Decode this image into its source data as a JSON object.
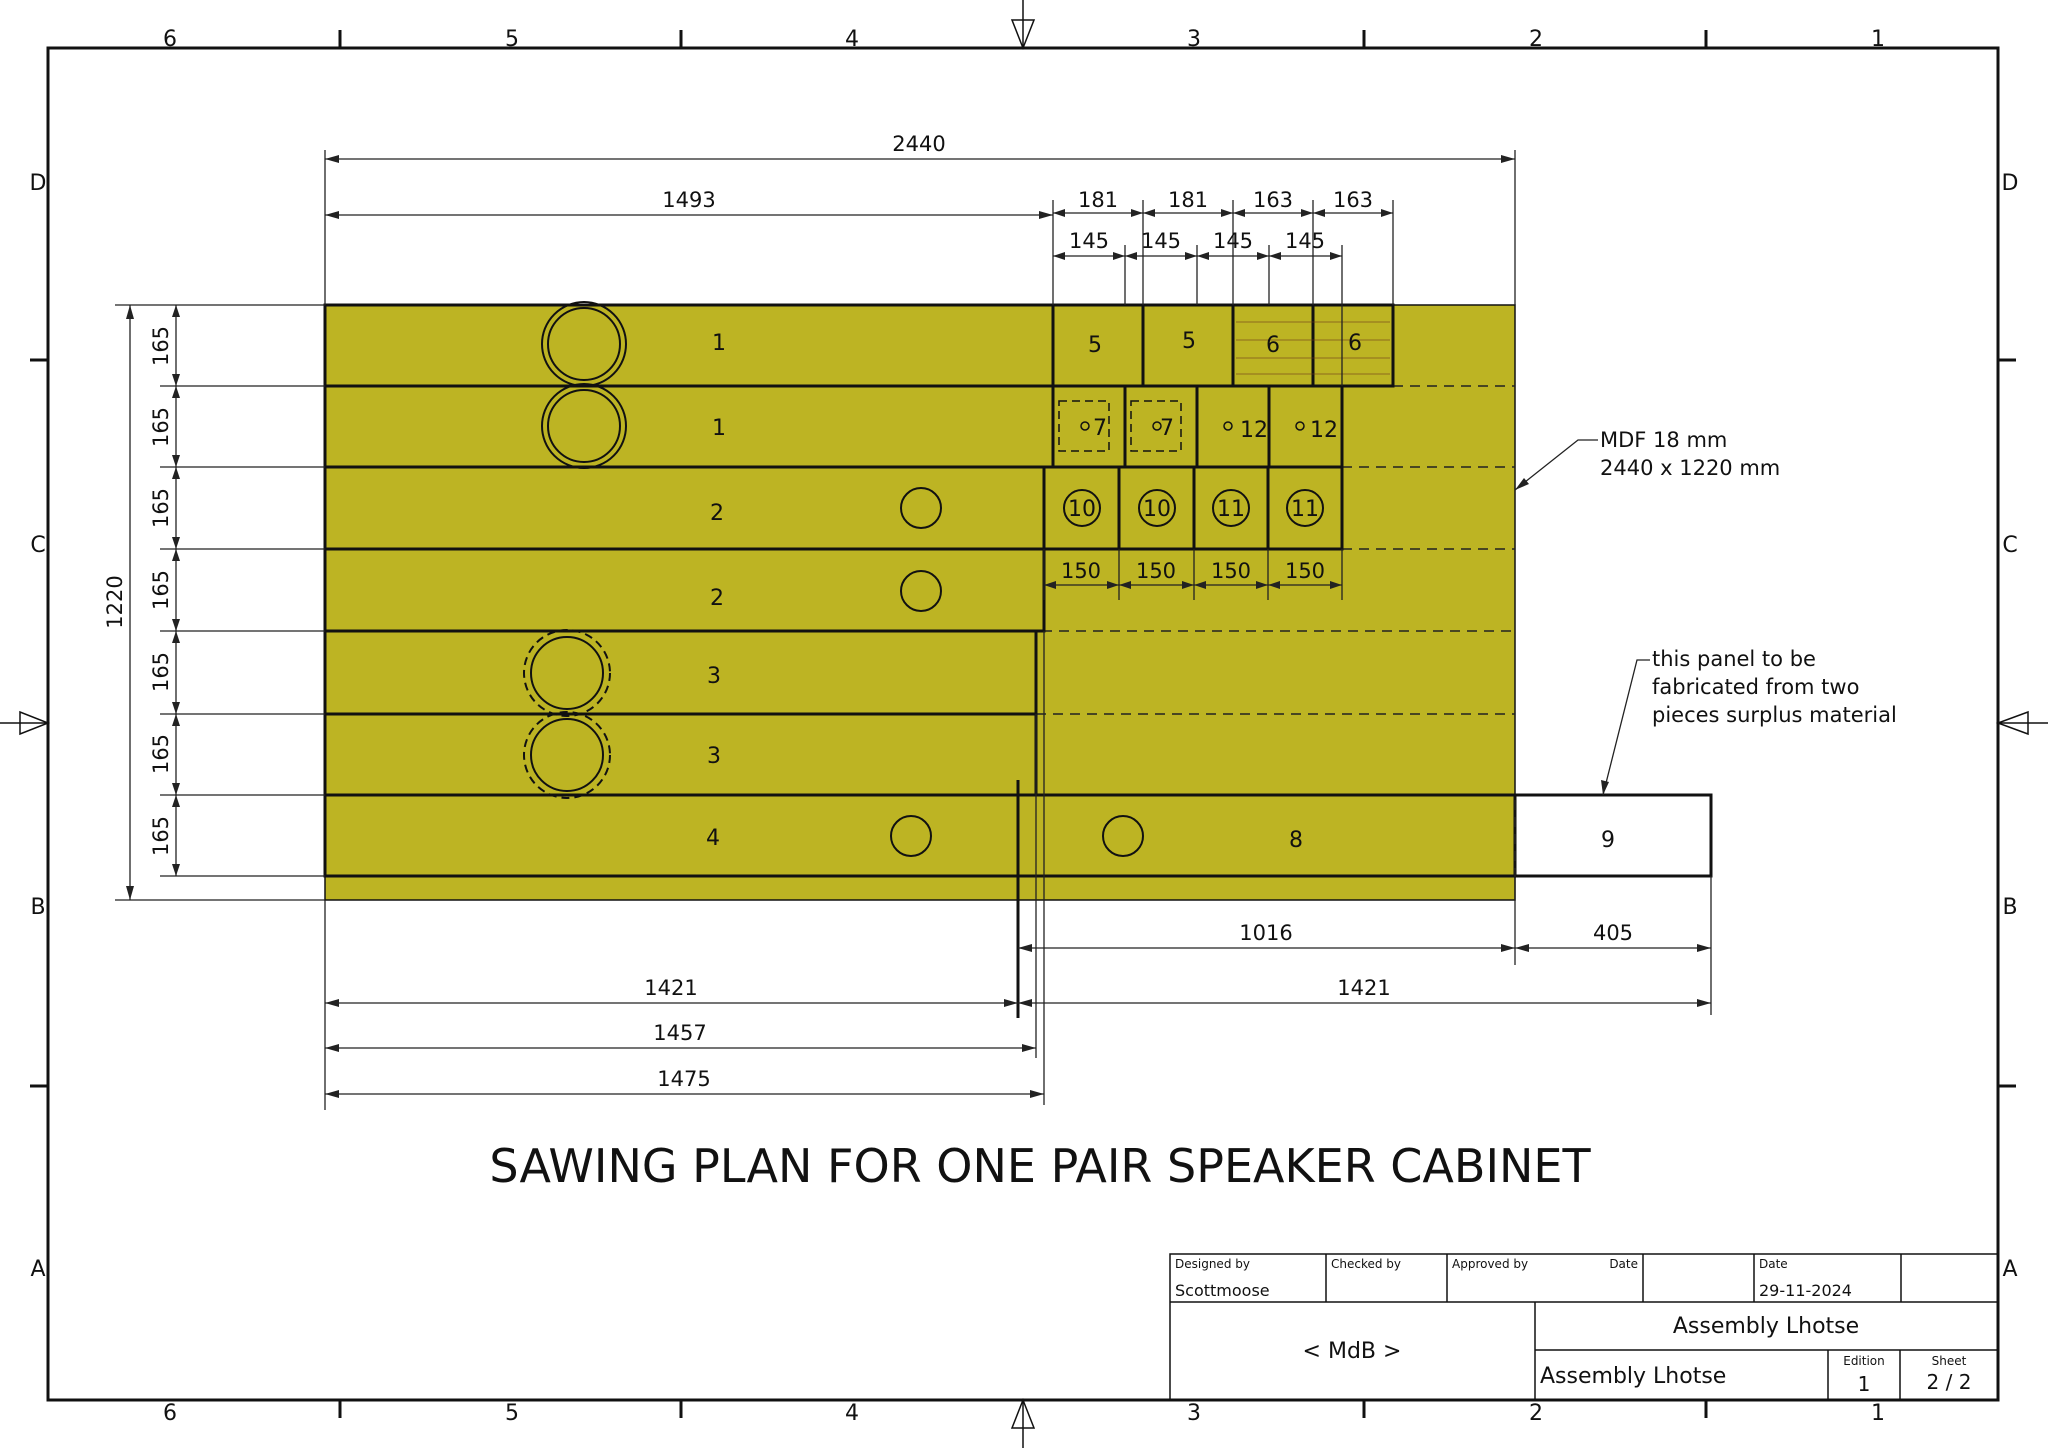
{
  "drawing": {
    "title": "SAWING PLAN FOR ONE PAIR SPEAKER CABINET",
    "note_mdf_line1": "MDF 18 mm",
    "note_mdf_line2": "2440 x 1220 mm",
    "note_panel_line1": "this panel to be",
    "note_panel_line2": "fabricated from two",
    "note_panel_line3": "pieces surplus material"
  },
  "grid_columns": [
    "6",
    "5",
    "4",
    "3",
    "2",
    "1"
  ],
  "grid_rows": [
    "D",
    "C",
    "B",
    "A"
  ],
  "pieces": {
    "p1a": "1",
    "p1b": "1",
    "p2a": "2",
    "p2b": "2",
    "p3a": "3",
    "p3b": "3",
    "p4": "4",
    "p5a": "5",
    "p5b": "5",
    "p6a": "6",
    "p6b": "6",
    "p7a": "7",
    "p7b": "7",
    "p12a": "12",
    "p12b": "12",
    "p10a": "10",
    "p10b": "10",
    "p11a": "11",
    "p11b": "11",
    "p8": "8",
    "p9": "9"
  },
  "dimensions": {
    "overall_width": "2440",
    "overall_height": "1220",
    "strip_width": "1493",
    "w181a": "181",
    "w181b": "181",
    "w163a": "163",
    "w163b": "163",
    "w145a": "145",
    "w145b": "145",
    "w145c": "145",
    "w145d": "145",
    "w150a": "150",
    "w150b": "150",
    "w150c": "150",
    "w150d": "150",
    "rows": [
      "165",
      "165",
      "165",
      "165",
      "165",
      "165",
      "165"
    ],
    "d1016": "1016",
    "d405": "405",
    "d1421a": "1421",
    "d1421b": "1421",
    "d1457": "1457",
    "d1475": "1475"
  },
  "title_block": {
    "designed_by_label": "Designed by",
    "designed_by": "Scottmoose",
    "checked_by_label": "Checked by",
    "approved_by_label": "Approved by",
    "date_label_1": "Date",
    "date_label_2": "Date",
    "date": "29-11-2024",
    "owner": "< MdB >",
    "title": "Assembly Lhotse",
    "subtitle": "Assembly Lhotse",
    "edition_label": "Edition",
    "edition": "1",
    "sheet_label": "Sheet",
    "sheet": "2 / 2"
  },
  "colors": {
    "sheet_board": "#bdb423",
    "grey_panel": "#c8c8c8",
    "tan_panel": "#bfb08c",
    "brown_panel": "#8d4c22",
    "driver_hole": "#bdb423"
  }
}
